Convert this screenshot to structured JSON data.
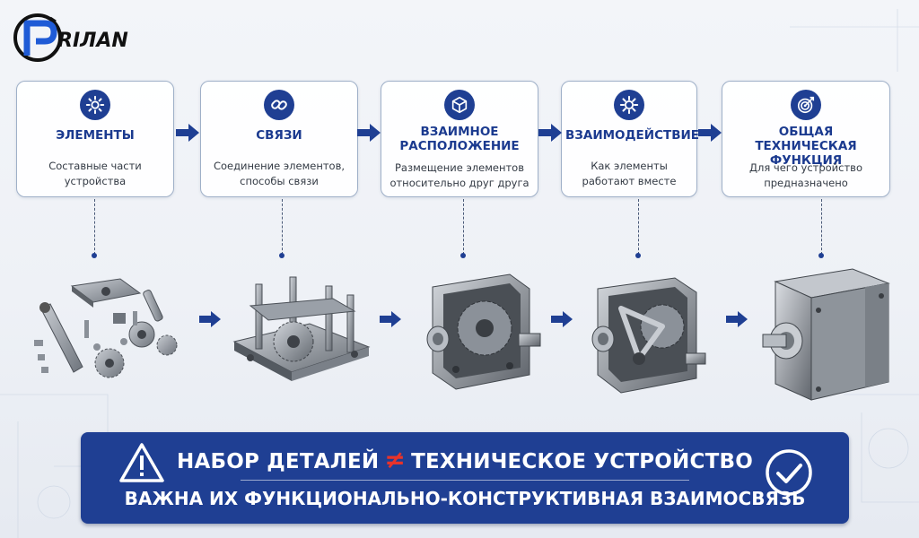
{
  "logo": {
    "text": "RIЛAN",
    "letter": "P"
  },
  "steps": [
    {
      "title": "ЭЛЕМЕНТЫ",
      "desc": "Составные части устройства",
      "icon": "gear-icon"
    },
    {
      "title": "СВЯЗИ",
      "desc": "Соединение элементов, способы связи",
      "icon": "chain-link-icon"
    },
    {
      "title": "ВЗАИМНОЕ РАСПОЛОЖЕНИЕ",
      "desc": "Размещение элементов относительно друг друга",
      "icon": "cube-icon"
    },
    {
      "title": "ВЗАИМОДЕЙСТВИЕ",
      "desc": "Как элементы работают вместе",
      "icon": "gears-icon"
    },
    {
      "title": "ОБЩАЯ ТЕХНИЧЕСКАЯ ФУНКЦИЯ",
      "desc": "Для чего устройство предназначено",
      "icon": "target-icon"
    }
  ],
  "banner": {
    "left_part": "НАБОР ДЕТАЛЕЙ",
    "symbol": "≠",
    "right_part": "ТЕХНИЧЕСКОЕ УСТРОЙСТВО",
    "subtitle": "ВАЖНА ИХ ФУНКЦИОНАЛЬНО-КОНСТРУКТИВНАЯ ВЗАИМОСВЯЗЬ",
    "left_icon": "warning-icon",
    "right_icon": "check-circle-icon"
  },
  "colors": {
    "accent": "#1f3f93",
    "neq": "#e8332a",
    "card_border": "#9fb0c8"
  }
}
